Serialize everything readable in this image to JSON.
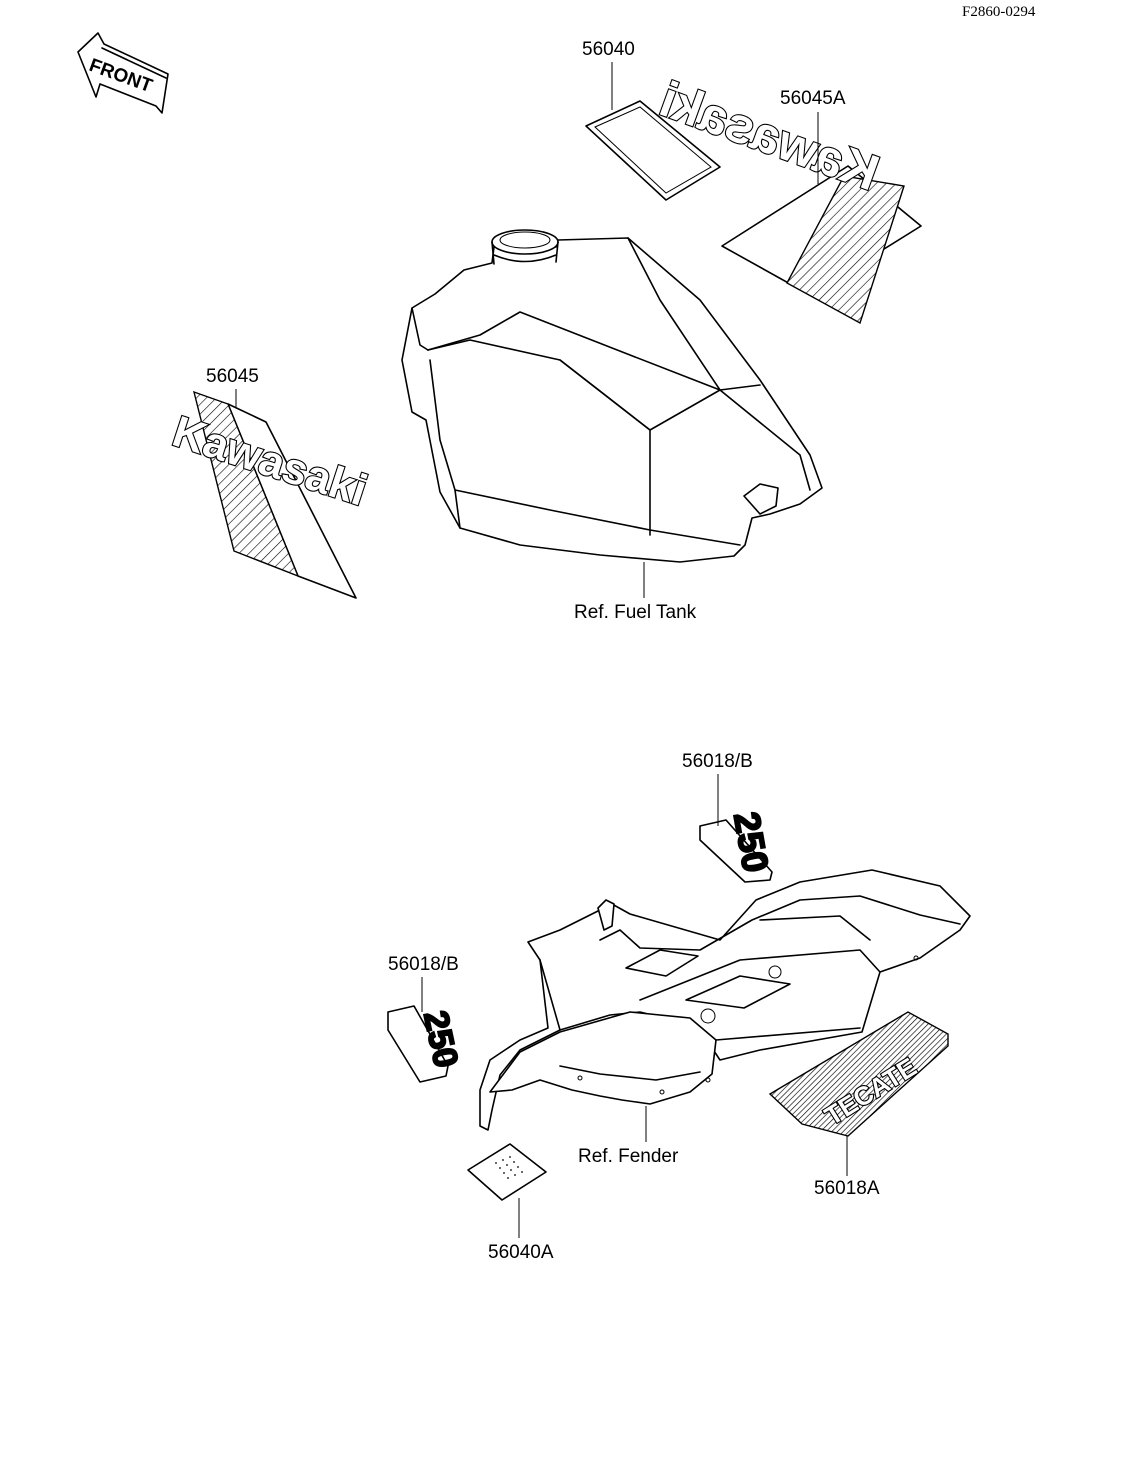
{
  "document_code": "F2860-0294",
  "front_arrow_label": "FRONT",
  "callouts": {
    "p56040": "56040",
    "p56045A": "56045A",
    "p56045": "56045",
    "ref_fuel_tank": "Ref. Fuel Tank",
    "p56018B_top": "56018/B",
    "p56018B_left": "56018/B",
    "ref_fender": "Ref. Fender",
    "p56018A": "56018A",
    "p56040A": "56040A"
  },
  "decal_text": {
    "kawasaki": "Kawasaki",
    "model_250": "250",
    "tecate": "TECATE"
  }
}
